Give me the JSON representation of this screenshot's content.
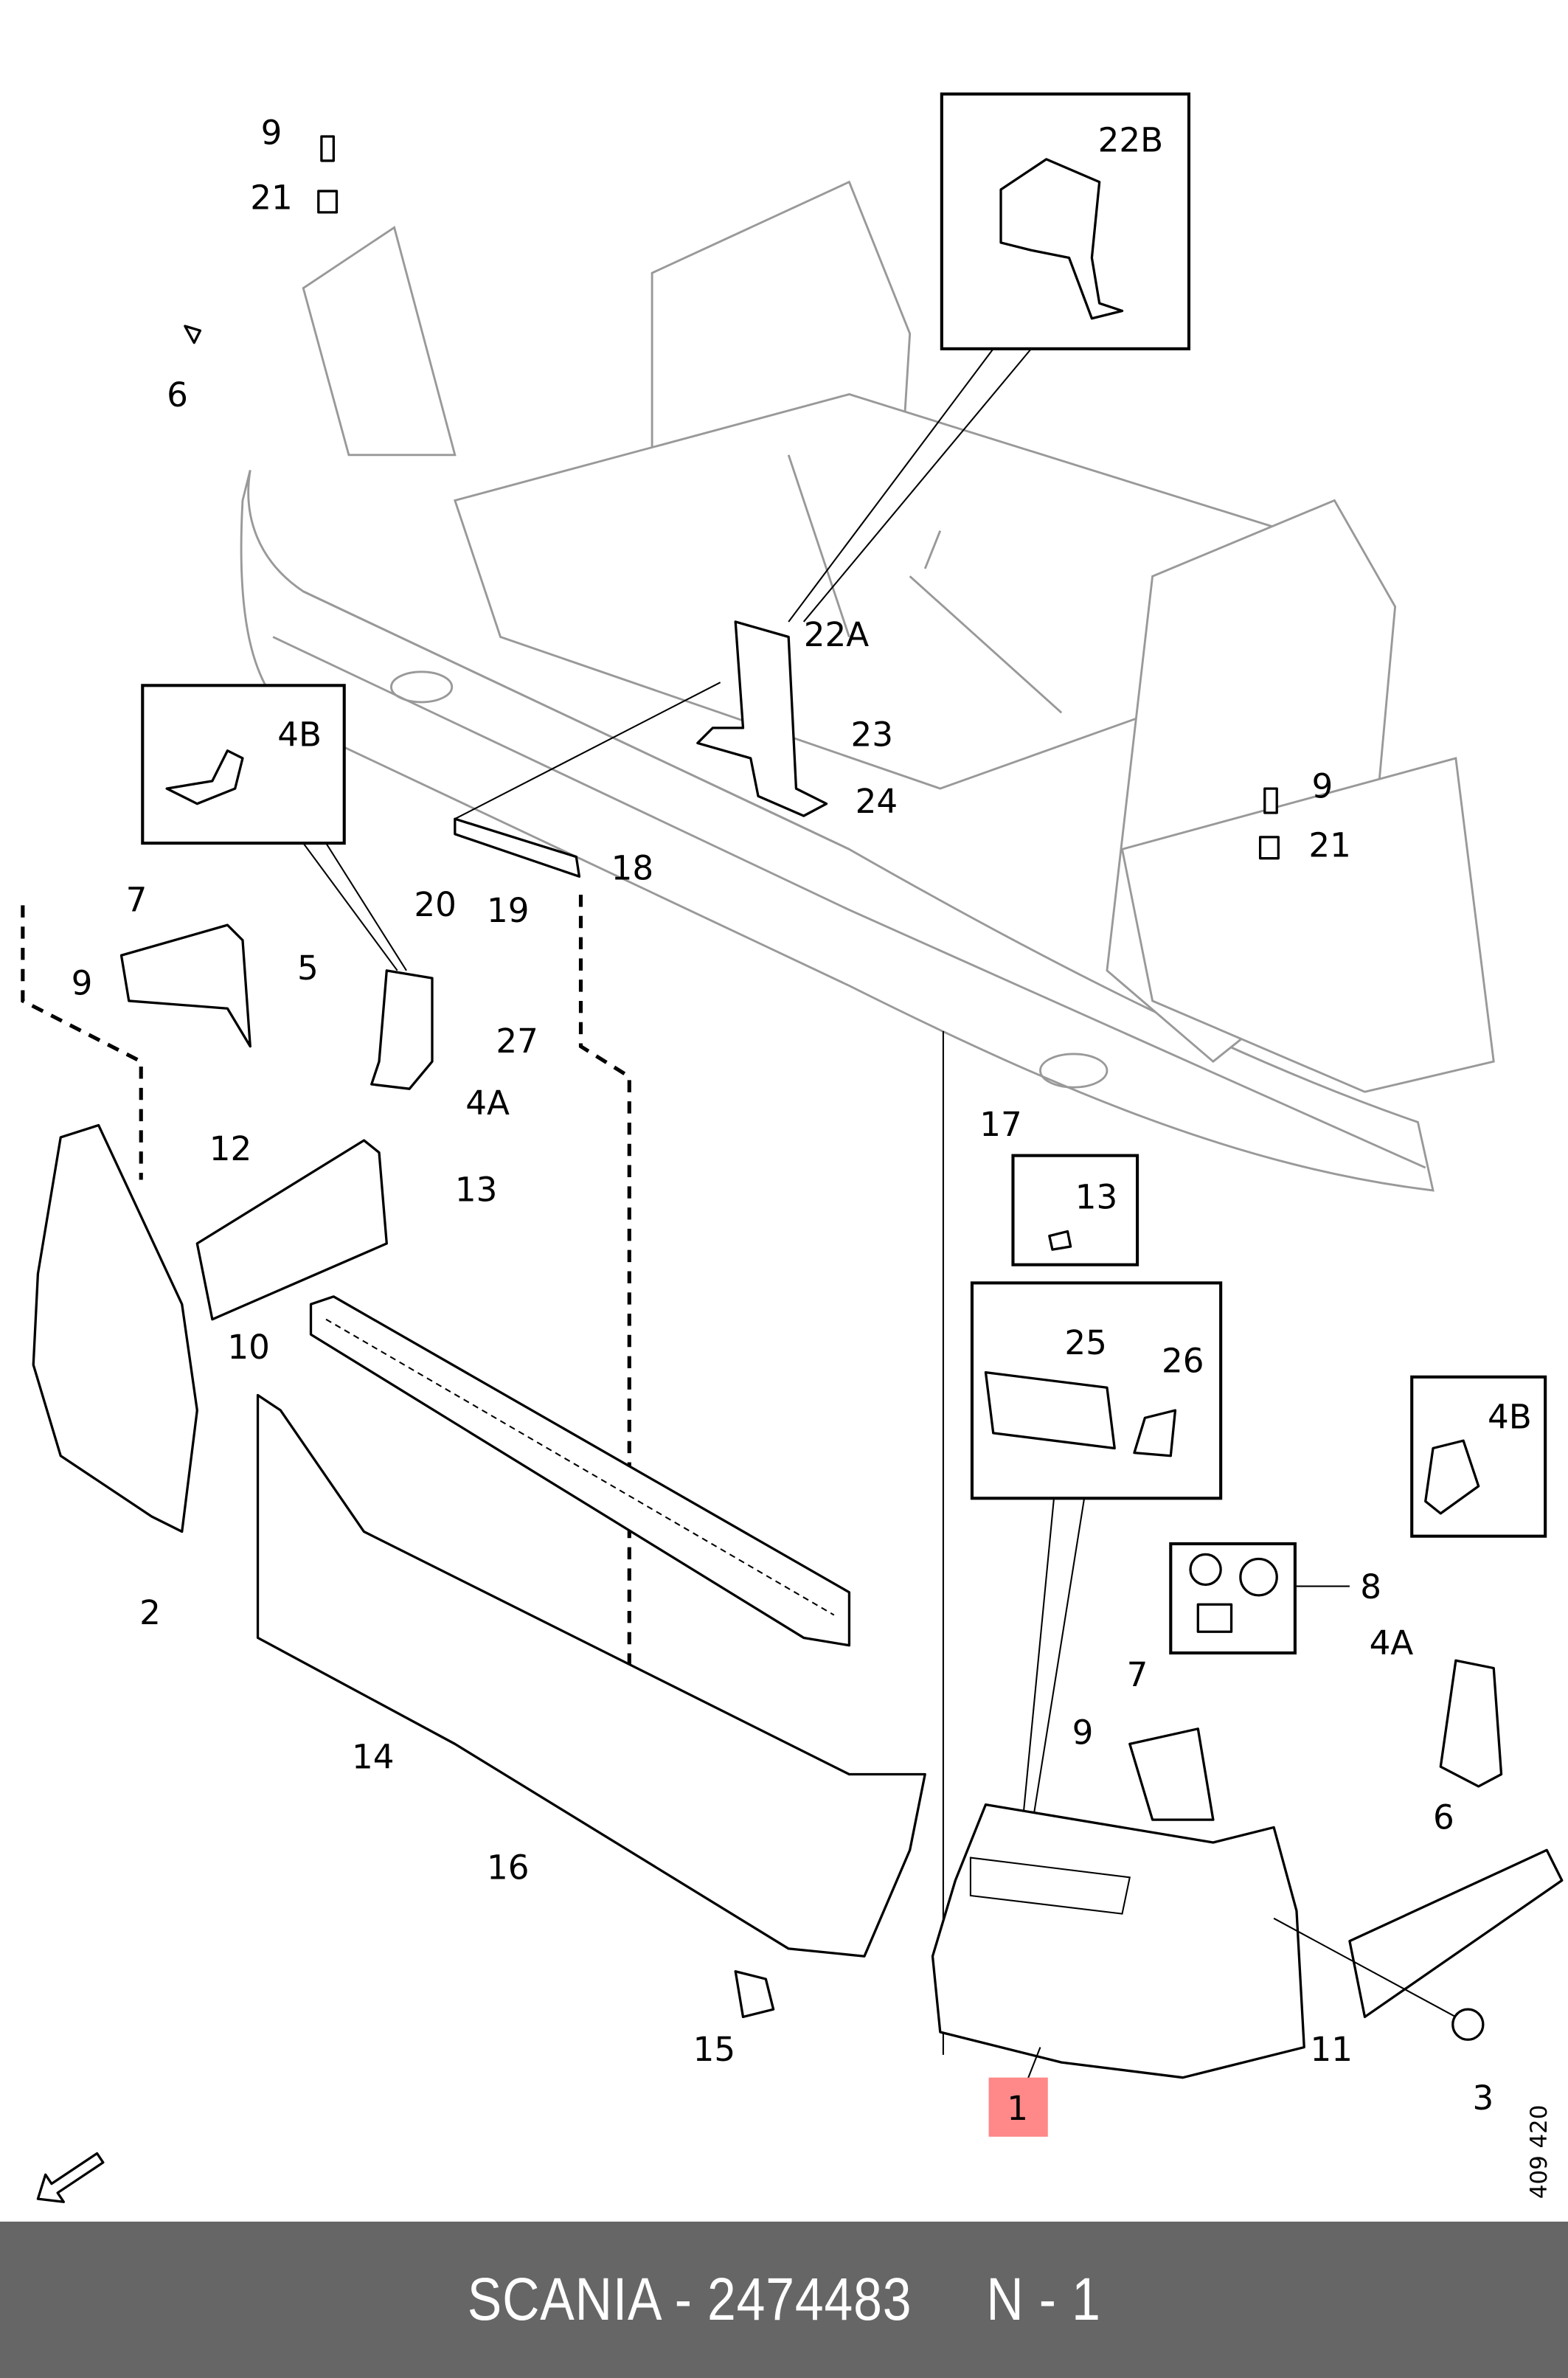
{
  "callouts": {
    "c9a": "9",
    "c21a": "21",
    "c6a": "6",
    "c22B": "22B",
    "c22A": "22A",
    "c23": "23",
    "c24": "24",
    "c9b": "9",
    "c21b": "21",
    "c4Ba": "4B",
    "c7a": "7",
    "c9c": "9",
    "c5": "5",
    "c27": "27",
    "c4Aa": "4A",
    "c20": "20",
    "c19": "19",
    "c18": "18",
    "c17": "17",
    "c13a": "13",
    "c12": "12",
    "c13b": "13",
    "c10": "10",
    "c25": "25",
    "c26": "26",
    "c4Bb": "4B",
    "c8": "8",
    "c4Ab": "4A",
    "c7b": "7",
    "c9d": "9",
    "c6b": "6",
    "c2": "2",
    "c14": "14",
    "c16": "16",
    "c15": "15",
    "c11": "11",
    "c3": "3",
    "c1": "1"
  },
  "highlight": {
    "part": "1",
    "color": "#ff8888"
  },
  "drawing_number": "409 420",
  "footer": {
    "text": "SCANIA - 2474483     N - 1",
    "background": "#666666"
  }
}
